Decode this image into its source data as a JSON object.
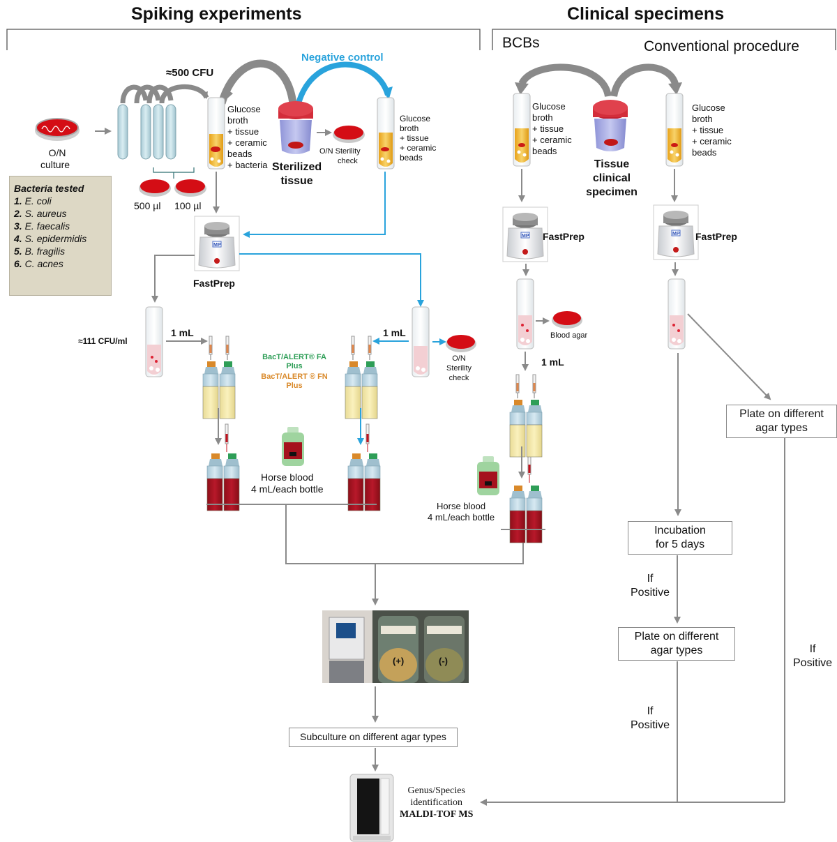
{
  "headers": {
    "spiking": "Spiking experiments",
    "clinical": "Clinical specimens",
    "bcbs": "BCBs",
    "conventional": "Conventional procedure"
  },
  "spiking": {
    "cfu_500": "≈500 CFU",
    "negative_control": "Negative control",
    "on_culture": [
      "O/N",
      "culture"
    ],
    "plate_500": "500 µl",
    "plate_100": "100 µl",
    "tube1_lines": [
      "Glucose",
      "broth",
      "+  tissue",
      "+ ceramic",
      "beads",
      "+ bacteria"
    ],
    "sterilized_tissue": [
      "Sterilized",
      "tissue"
    ],
    "on_sterility_1": [
      "O/N  Sterility",
      "check"
    ],
    "tube2_lines": [
      "Glucose",
      "broth",
      "+  tissue",
      "+ ceramic",
      "beads"
    ],
    "fastprep": "FastPrep",
    "cfu_111": "≈111 CFU/ml",
    "one_ml_left": "1 mL",
    "one_ml_right": "1 mL",
    "bact_fa": [
      "BacT/ALERT® FA",
      "Plus"
    ],
    "bact_fn": [
      "BacT/ALERT ® FN",
      "Plus"
    ],
    "on_sterility_2": [
      "O/N",
      "Sterility",
      "check"
    ],
    "horse_blood": [
      "Horse blood",
      "4 mL/each bottle"
    ],
    "bottle_pos": "(+)",
    "bottle_neg": "(-)",
    "subculture": "Subculture on different agar types",
    "maldi": [
      "Genus/Species",
      "identification",
      "MALDI-TOF MS"
    ]
  },
  "bacteria": {
    "title": "Bacteria tested",
    "items": [
      {
        "n": "1.",
        "name": "E. coli"
      },
      {
        "n": "2.",
        "name": "S. aureus"
      },
      {
        "n": "3.",
        "name": "E. faecalis"
      },
      {
        "n": "4.",
        "name": "S. epidermidis"
      },
      {
        "n": "5.",
        "name": "B. fragilis"
      },
      {
        "n": "6.",
        "name": "C. acnes"
      }
    ]
  },
  "clinical": {
    "tube_bcb": [
      "Glucose",
      "broth",
      "+ tissue",
      "+ ceramic",
      "beads"
    ],
    "tube_conv": [
      "Glucose",
      "broth",
      "+ tissue",
      "+ ceramic",
      "beads"
    ],
    "tissue": [
      "Tissue",
      "clinical",
      "specimen"
    ],
    "fastprep_bcb": "FastPrep",
    "fastprep_conv": "FastPrep",
    "blood_agar": "Blood agar",
    "one_ml": "1 mL",
    "horse_blood": [
      "Horse blood",
      "4 mL/each bottle"
    ],
    "plate_different_right": "Plate on different\nagar types",
    "incubation": "Incubation\nfor 5 days",
    "if_positive_1": [
      "If",
      "Positive"
    ],
    "plate_different_mid": "Plate on different\nagar types",
    "if_positive_2": [
      "If",
      "Positive"
    ],
    "if_positive_3": [
      "If",
      "Positive"
    ]
  },
  "colors": {
    "arrow_gray": "#8a8a8a",
    "arrow_blue": "#29a3dc",
    "negative_control_text": "#29a3dc",
    "fa_green": "#2e9e57",
    "fn_orange": "#d9892a",
    "panel_bg": "#ddd8c5",
    "agar_red": "#cc0a12",
    "blood_red": "#a5121d",
    "broth_yellow": "#f4e39a"
  }
}
